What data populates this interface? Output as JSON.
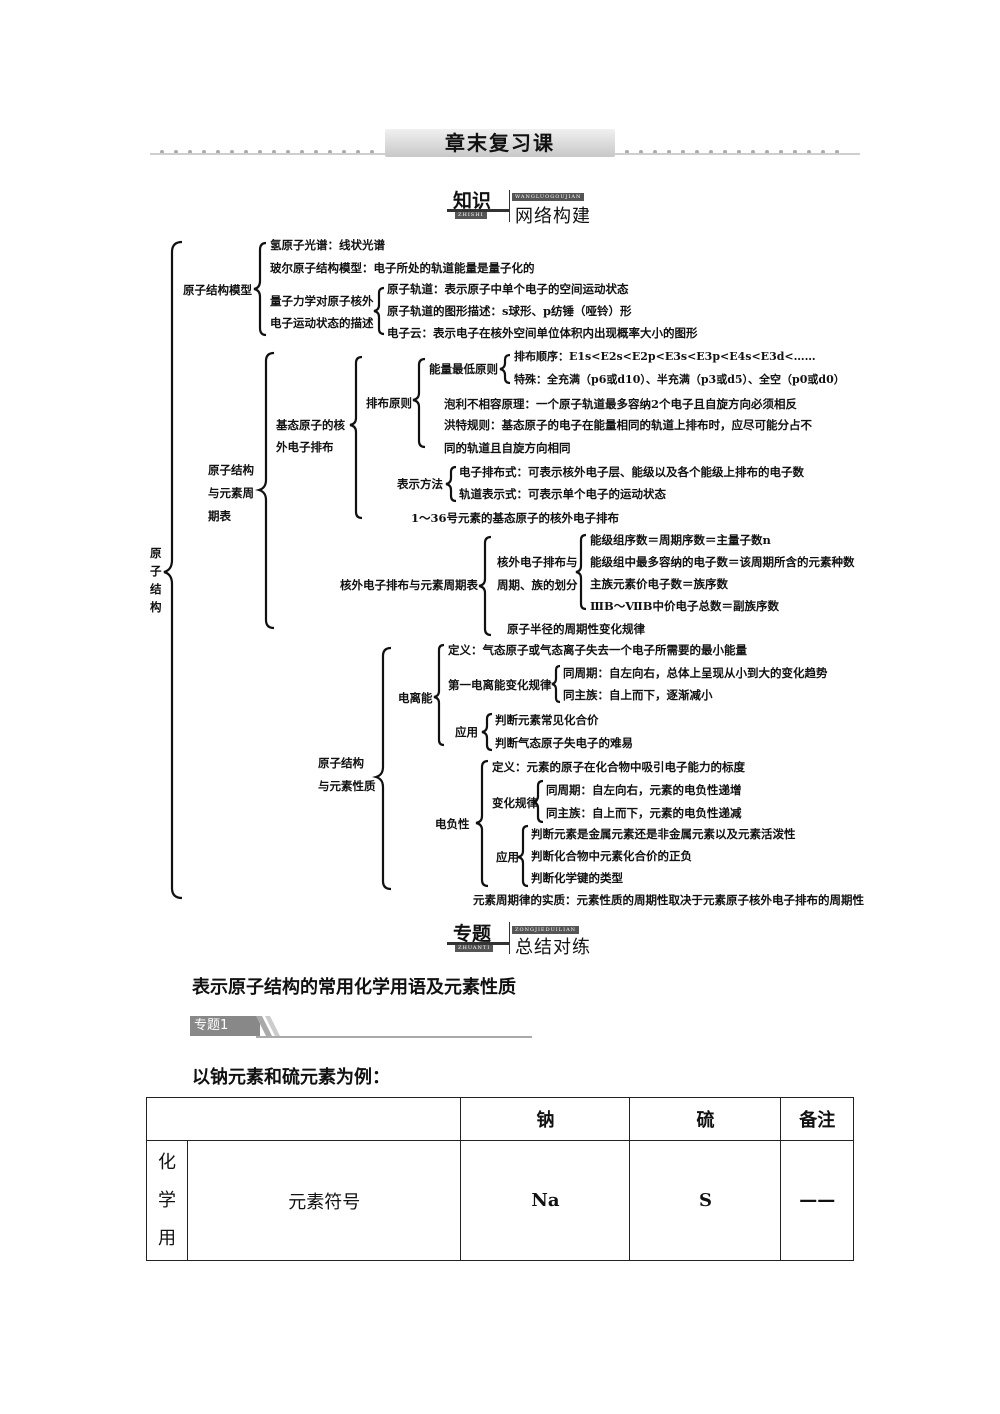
{
  "header": {
    "chapter_title": "章末复习课"
  },
  "section1": {
    "main": "知识",
    "pinyin_top": "WANGLUOGOUJIAN",
    "pinyin_bottom": "ZHISHI",
    "sub": "网络构建"
  },
  "section2": {
    "main": "专题",
    "pinyin_top": "ZONGJIEDUILIAN",
    "pinyin_bottom": "ZHUANTI",
    "sub": "总结对练"
  },
  "map": {
    "root": "原\n子\n结\n构",
    "model": {
      "label": "原子结构模型",
      "hydrogen": "氢原子光谱：线状光谱",
      "bohr": "玻尔原子结构模型：电子所处的轨道能量是量子化的",
      "quantum_label_1": "量子力学对原子核外",
      "quantum_label_2": "电子运动状态的描述",
      "orbital": "原子轨道：表示原子中单个电子的空间运动状态",
      "shape": "原子轨道的图形描述：s球形、p纺锤（哑铃）形",
      "cloud": "电子云：表示电子在核外空间单位体积内出现概率大小的图形"
    },
    "periodic": {
      "label_1": "原子结构",
      "label_2": "与元素周",
      "label_3": "期表",
      "ground_1": "基态原子的核",
      "ground_2": "外电子排布",
      "rule": "排布原则",
      "lowest": "能量最低原则",
      "order": "排布顺序：E1s<E2s<E2p<E3s<E3p<E4s<E3d<……",
      "special": "特殊：全充满（p6或d10）、半充满（p3或d5）、全空（p0或d0）",
      "pauli": "泡利不相容原理：一个原子轨道最多容纳2个电子且自旋方向必须相反",
      "hund_1": "洪特规则：基态原子的电子在能量相同的轨道上排布时，应尽可能分占不",
      "hund_2": "同的轨道且自旋方向相同",
      "method": "表示方法",
      "config": "电子排布式：可表示核外电子层、能级以及各个能级上排布的电子数",
      "diagram": "轨道表示式：可表示单个电子的运动状态",
      "range": "1～36号元素的基态原子的核外电子排布",
      "relation": "核外电子排布与元素周期表",
      "division_1": "核外电子排布与",
      "division_2": "周期、族的划分",
      "period_eq": "能级组序数＝周期序数＝主量子数n",
      "count_eq": "能级组中最多容纳的电子数＝该周期所含的元素种数",
      "main_eq": "主族元素价电子数＝族序数",
      "sub_eq": "ⅢB～ⅦB中价电子总数＝副族序数",
      "radius": "原子半径的周期性变化规律"
    },
    "property": {
      "label_1": "原子结构",
      "label_2": "与元素性质",
      "ie": "电离能",
      "ie_def": "定义：气态原子或气态离子失去一个电子所需要的最小能量",
      "ie_trend": "第一电离能变化规律",
      "ie_period": "同周期：自左向右，总体上呈现从小到大的变化趋势",
      "ie_group": "同主族：自上而下，逐渐减小",
      "ie_app": "应用",
      "ie_app1": "判断元素常见化合价",
      "ie_app2": "判断气态原子失电子的难易",
      "en": "电负性",
      "en_def": "定义：元素的原子在化合物中吸引电子能力的标度",
      "en_trend": "变化规律",
      "en_period": "同周期：自左向右，元素的电负性递增",
      "en_group": "同主族：自上而下，元素的电负性递减",
      "en_app": "应用",
      "en_app1": "判断元素是金属元素还是非金属元素以及元素活泼性",
      "en_app2": "判断化合物中元素化合价的正负",
      "en_app3": "判断化学键的类型"
    },
    "essence": "元素周期律的实质：元素性质的周期性取决于元素原子核外电子排布的周期性"
  },
  "content": {
    "heading": "表示原子结构的常用化学用语及元素性质",
    "topic": "专题1",
    "intro": "以钠元素和硫元素为例：",
    "table": {
      "headers": [
        "",
        "钠",
        "硫",
        "备注"
      ],
      "group_label": "化\n学\n用",
      "rows": [
        {
          "item": "元素符号",
          "na": "Na",
          "s": "S",
          "note": "——"
        }
      ]
    }
  }
}
